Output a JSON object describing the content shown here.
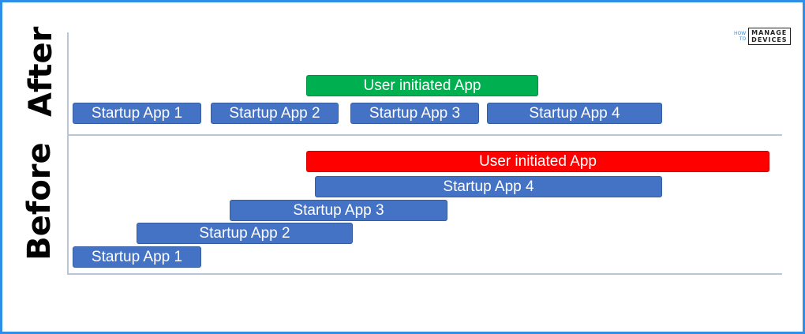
{
  "colors": {
    "frame_border": "#2f8fe8",
    "startup_bar": "#4472c4",
    "user_after": "#00b050",
    "user_before": "#ff0000",
    "axis": "#b9c6d6"
  },
  "after": {
    "label": "After",
    "user_app": "User initiated App",
    "startup_apps": [
      "Startup App 1",
      "Startup App 2",
      "Startup App 3",
      "Startup App 4"
    ]
  },
  "before": {
    "label": "Before",
    "user_app": "User initiated App",
    "startup_apps": [
      "Startup App 1",
      "Startup App 2",
      "Startup App 3",
      "Startup App 4"
    ]
  },
  "logo": {
    "how": "HOW",
    "to": "TO",
    "manage": "MANAGE",
    "devices": "DEVICES"
  }
}
